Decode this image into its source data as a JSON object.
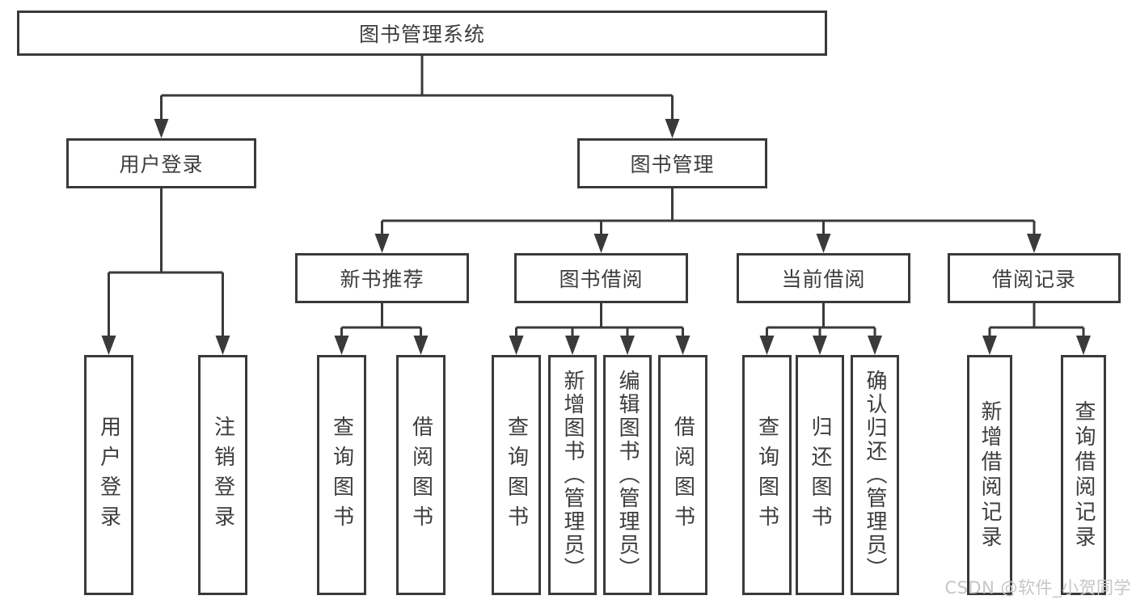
{
  "nodes": {
    "root": "图书管理系统",
    "user_login": "用户登录",
    "book_mgmt": "图书管理",
    "new_book_rec": "新书推荐",
    "book_borrow": "图书借阅",
    "current_borrow": "当前借阅",
    "borrow_record": "借阅记录",
    "leaf_user_login": "用户登录",
    "leaf_logout": "注销登录",
    "leaf_query_book_a": "查询图书",
    "leaf_borrow_book_a": "借阅图书",
    "leaf_query_book_b": "查询图书",
    "leaf_add_book": "新增图书（管理员）",
    "leaf_edit_book": "编辑图书（管理员）",
    "leaf_borrow_book_b": "借阅图书",
    "leaf_query_book_c": "查询图书",
    "leaf_return_book": "归还图书",
    "leaf_confirm_return": "确认归还（管理员）",
    "leaf_add_record": "新增借阅记录",
    "leaf_query_record": "查询借阅记录"
  },
  "watermark": "CSDN @软件_小贺同学",
  "colors": {
    "line": "#3a3a3a",
    "text": "#3d3d3d",
    "background": "#ffffff",
    "watermark": "#c6c6c6"
  }
}
